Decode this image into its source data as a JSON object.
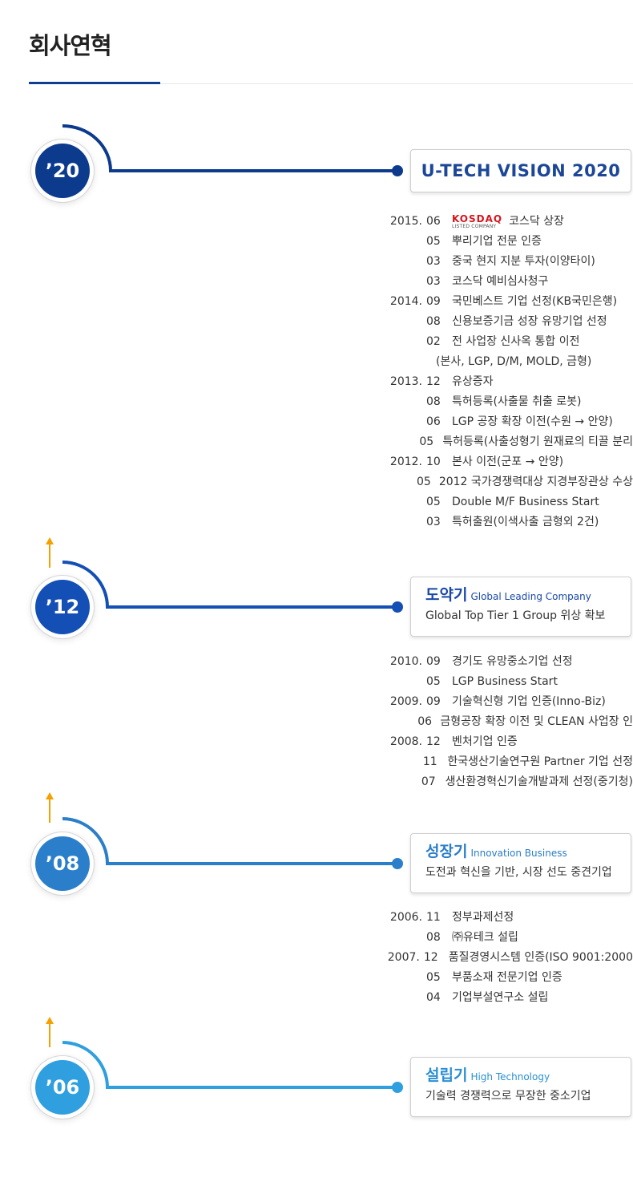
{
  "page": {
    "title": "회사연혁"
  },
  "colors": {
    "accent_dark": "#0c3a8d",
    "accent_mid": "#134fb4",
    "accent_light": "#2b7fca",
    "accent_sky": "#2f9fdf",
    "arrow": "#f5a000"
  },
  "eras": [
    {
      "year_label": "’20",
      "vision": "U-TECH VISION 2020"
    },
    {
      "year_label": "’12",
      "name": "도약기",
      "name_en": "Global Leading Company",
      "desc": "Global Top Tier 1 Group 위상 확보"
    },
    {
      "year_label": "’08",
      "name": "성장기",
      "name_en": "Innovation Business",
      "desc": "도전과 혁신을 기반, 시장 선도 중견기업"
    },
    {
      "year_label": "’06",
      "name": "설립기",
      "name_en": "High Technology",
      "desc": "기술력 경쟁력으로 무장한 중소기업"
    }
  ],
  "kosdaq_logo": {
    "main": "KOSDAQ",
    "sub": "LISTED COMPANY",
    "icon": "kosdaq-logo-icon"
  },
  "history_2012_2020": [
    {
      "year": "2015.",
      "month": "06",
      "text": "코스닥 상장"
    },
    {
      "year": "",
      "month": "05",
      "text": "뿌리기업 전문 인증"
    },
    {
      "year": "",
      "month": "03",
      "text": "중국 현지 지분 투자(이양타이)"
    },
    {
      "year": "",
      "month": "03",
      "text": "코스닥 예비심사청구"
    },
    {
      "year": "2014.",
      "month": "09",
      "text": "국민베스트 기업 선정(KB국민은행)"
    },
    {
      "year": "",
      "month": "08",
      "text": "신용보증기금 성장 유망기업 선정"
    },
    {
      "year": "",
      "month": "02",
      "text": "전 사업장 신사옥 통합 이전"
    },
    {
      "year": "",
      "month": "",
      "text": "(본사, LGP, D/M, MOLD, 금형)"
    },
    {
      "year": "2013.",
      "month": "12",
      "text": "유상증자"
    },
    {
      "year": "",
      "month": "08",
      "text": "특허등록(사출물 취출 로봇)"
    },
    {
      "year": "",
      "month": "06",
      "text": "LGP 공장 확장 이전(수원 → 안양)"
    },
    {
      "year": "",
      "month": "05",
      "text": "특허등록(사출성형기 원재료의 티끌 분리"
    },
    {
      "year": "2012.",
      "month": "10",
      "text": "본사 이전(군포 → 안양)"
    },
    {
      "year": "",
      "month": "05",
      "text": "2012 국가경쟁력대상 지경부장관상 수상"
    },
    {
      "year": "",
      "month": "05",
      "text": "Double M/F Business Start"
    },
    {
      "year": "",
      "month": "03",
      "text": "특허출원(이색사출 금형외 2건)"
    }
  ],
  "history_2008_2010": [
    {
      "year": "2010.",
      "month": "09",
      "text": "경기도 유망중소기업 선정"
    },
    {
      "year": "",
      "month": "05",
      "text": "LGP Business Start"
    },
    {
      "year": "2009.",
      "month": "09",
      "text": "기술혁신형 기업 인증(Inno-Biz)"
    },
    {
      "year": "",
      "month": "06",
      "text": "금형공장 확장 이전 및  CLEAN 사업장 인"
    },
    {
      "year": "2008.",
      "month": "12",
      "text": "벤처기업 인증"
    },
    {
      "year": "",
      "month": "11",
      "text": "한국생산기술연구원  Partner 기업 선정"
    },
    {
      "year": "",
      "month": "07",
      "text": "생산환경혁신기술개발과제 선정(중기청)"
    }
  ],
  "history_2006_2007": [
    {
      "year": "2006.",
      "month": "11",
      "text": "정부과제선정"
    },
    {
      "year": "",
      "month": "08",
      "text": "㈜유테크 설립"
    },
    {
      "year": "2007.",
      "month": "12",
      "text": "품질경영시스템 인증(ISO 9001:2000"
    },
    {
      "year": "",
      "month": "05",
      "text": "부품소재 전문기업 인증"
    },
    {
      "year": "",
      "month": "04",
      "text": "기업부설연구소 설립"
    }
  ]
}
